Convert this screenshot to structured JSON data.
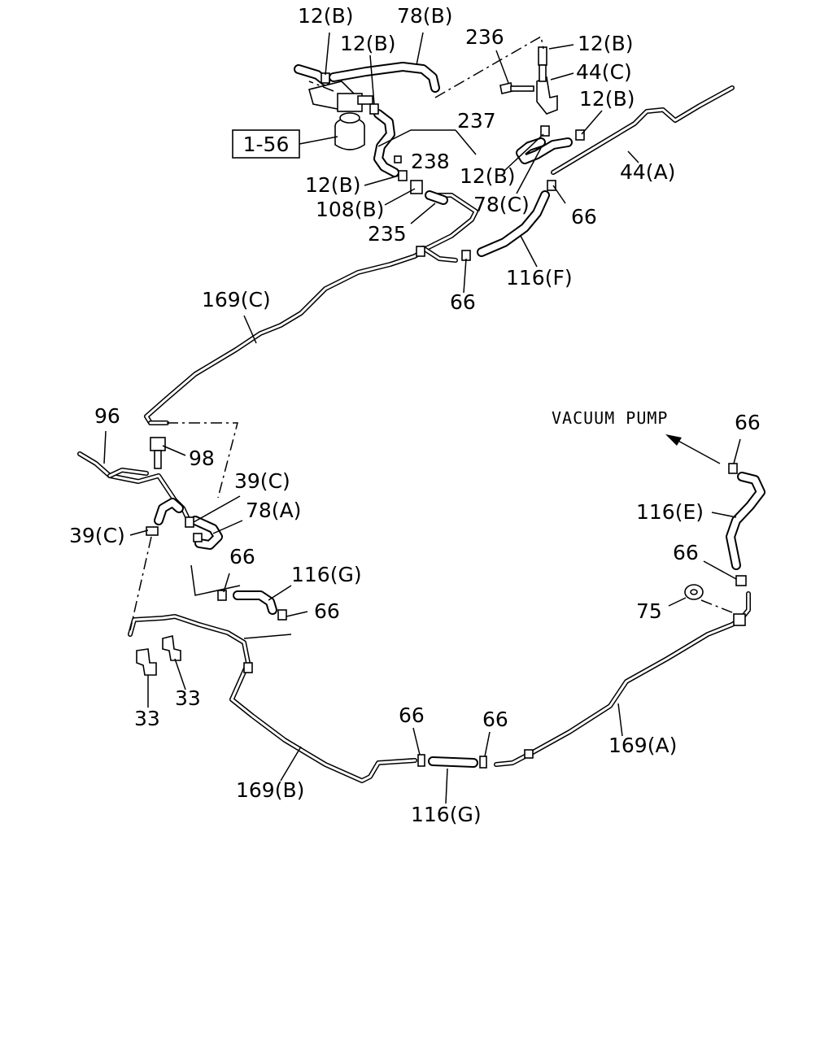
{
  "diagram": {
    "ref_box": "1-56",
    "vacuum_caption": "VACUUM PUMP",
    "labels": {
      "l_12b_1": "12(B)",
      "l_78b": "78(B)",
      "l_12b_2": "12(B)",
      "l_236": "236",
      "l_12b_3": "12(B)",
      "l_44c": "44(C)",
      "l_12b_4": "12(B)",
      "l_237": "237",
      "l_238": "238",
      "l_12b_5": "12(B)",
      "l_44a": "44(A)",
      "l_12b_6": "12(B)",
      "l_108b": "108(B)",
      "l_78c": "78(C)",
      "l_66_a": "66",
      "l_235": "235",
      "l_116f": "116(F)",
      "l_66_b": "66",
      "l_169c": "169(C)",
      "l_96": "96",
      "l_98": "98",
      "l_39c_1": "39(C)",
      "l_78a": "78(A)",
      "l_39c_2": "39(C)",
      "l_66_c": "66",
      "l_116g_1": "116(G)",
      "l_66_d": "66",
      "l_33_1": "33",
      "l_33_2": "33",
      "l_66_e": "66",
      "l_116e": "116(E)",
      "l_66_f": "66",
      "l_75": "75",
      "l_66_g": "66",
      "l_66_h": "66",
      "l_169a": "169(A)",
      "l_169b": "169(B)",
      "l_116g_2": "116(G)"
    }
  }
}
